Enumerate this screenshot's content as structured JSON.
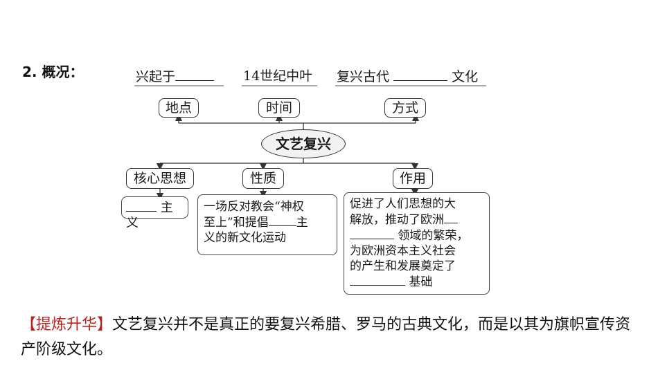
{
  "heading": "2. 概况：",
  "top_labels": {
    "place": "兴起于",
    "time": "14世纪中叶",
    "method_prefix": "复兴古代",
    "method_suffix": "文化"
  },
  "top_nodes": {
    "place": "地点",
    "time": "时间",
    "method": "方式"
  },
  "center": "文艺复兴",
  "bottom_nodes": {
    "core": "核心思想",
    "nature": "性质",
    "effect": "作用"
  },
  "boxes": {
    "core_suffix": "主义",
    "nature_line1": "一场反对教会“神权",
    "nature_line2a": "至上”和提倡",
    "nature_line2b": "主",
    "nature_line3": "义的新文化运动",
    "effect_line1": "促进了人们思想的大",
    "effect_line2": "解放，推动了欧洲",
    "effect_line3": "领域的繁荣，",
    "effect_line4": "为欧洲资本主义社会",
    "effect_line5": "的产生和发展奠定了",
    "effect_line6": "基础"
  },
  "note": {
    "tag": "【提炼升华】",
    "text": "文艺复兴并不是真正的要复兴希腊、罗马的古典文化，而是以其为旗帜宣传资产阶级文化。"
  },
  "colors": {
    "accent": "#c0201a",
    "ellipse_fill": "#f2f2f2",
    "line": "#333333"
  }
}
